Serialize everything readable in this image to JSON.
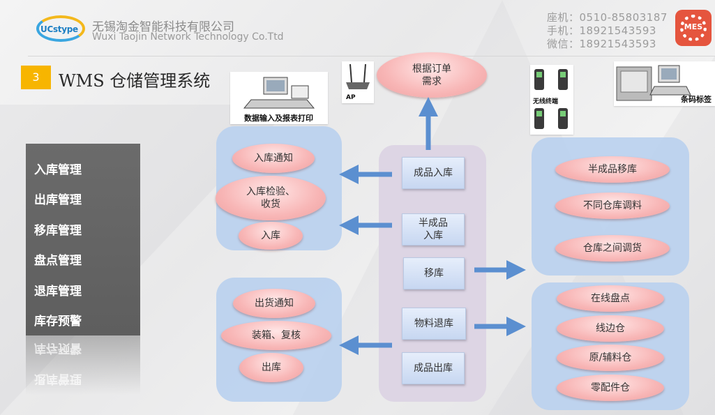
{
  "header": {
    "company_cn": "无锡淘金智能科技有限公司",
    "company_en": "Wuxi Taojin Network Technology Co.Ttd",
    "logo_text": "UCstype",
    "contact": [
      "座机：0510-85803187",
      "手机：18921543593",
      "微信：18921543593"
    ],
    "mes_badge": "MES"
  },
  "section": {
    "number": "3",
    "title": "WMS 仓储管理系统"
  },
  "sidebar": {
    "items": [
      "入库管理",
      "出库管理",
      "移库管理",
      "盘点管理",
      "退库管理",
      "库存预警"
    ]
  },
  "images": {
    "data_input_caption": "数据输入及报表打印",
    "ap_caption": "AP",
    "wireless_caption": "无线终端",
    "barcode_caption": "条码标签"
  },
  "diagram": {
    "top_bubble": "根据订单\n需求",
    "inbound_panel": [
      "入库通知",
      "入库检验、\n收货",
      "入库"
    ],
    "outbound_panel": [
      "出货通知",
      "装箱、复核",
      "出库"
    ],
    "center_boxes": [
      "成品入库",
      "半成品\n入库",
      "移库",
      "物料退库",
      "成品出库"
    ],
    "transfer_panel": [
      "半成品移库",
      "不同仓库调料",
      "仓库之间调货"
    ],
    "inventory_panel": [
      "在线盘点",
      "线边仓",
      "原/辅料仓",
      "零配件仓"
    ]
  },
  "colors": {
    "accent": "#f7b500",
    "panel": "#bcd2ee",
    "arrow": "#5b8fd0",
    "pill": "#f8b6b6",
    "sidebar": "#636363"
  }
}
